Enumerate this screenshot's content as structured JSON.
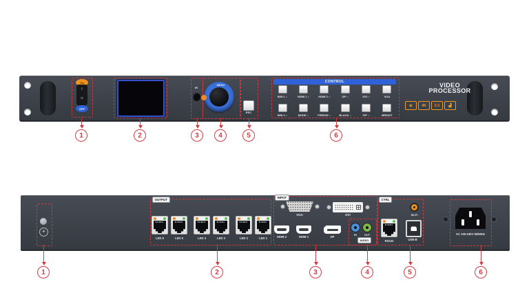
{
  "front_panel": {
    "power": {
      "on": "ON",
      "i": "I",
      "o": "O",
      "off": "OFF"
    },
    "ir_label": "IR",
    "knob_label": "MENU",
    "esc_label": "ESC",
    "control": {
      "header": "CONTROL",
      "row1": [
        "WIN 1 ○",
        "HDMI 1 ○",
        "HDMI 2 ○",
        "DP ○",
        "DVI ○",
        "VGA"
      ],
      "row2": [
        "WIN 2 ○",
        "MODE ○",
        "FREEZE ○",
        "BLACK ○",
        "PIP ○",
        "BRIGHT"
      ]
    },
    "title": [
      "VIDEO",
      "PROCESSOR"
    ],
    "badges": [
      "◉",
      "4K",
      "1:1",
      "▟"
    ],
    "callouts": [
      "1",
      "2",
      "3",
      "4",
      "5",
      "6"
    ]
  },
  "back_panel": {
    "output": {
      "tag": "OUTPUT",
      "ports": [
        "LED 6",
        "LED 5",
        "LED 4",
        "LED 3",
        "LED 2",
        "LED 1"
      ]
    },
    "input": {
      "tag": "INPUT",
      "vga": "VGA",
      "dvi": "DVI",
      "hdmi2": "HDMI 2",
      "hdmi1": "HDMI 1",
      "dp": "DP"
    },
    "audio": {
      "tag": "AUDIO",
      "in": "IN",
      "out": "OUT"
    },
    "ctrl": {
      "tag": "CTRL",
      "wifi": "Wi-Fi",
      "rs232": "RS232",
      "usb": "USB-B"
    },
    "power": {
      "label": "AC 100-240V 50/60Hz"
    },
    "callouts": [
      "1",
      "2",
      "3",
      "4",
      "5",
      "6"
    ]
  },
  "colors": {
    "accent_red": "#d63a41",
    "blue": "#2f62d8",
    "orange": "#f59a1d",
    "green": "#5cc05c",
    "panel_gray": "#3d4149"
  }
}
